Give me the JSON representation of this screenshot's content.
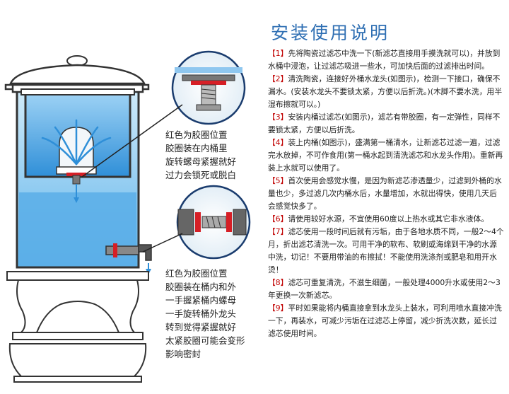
{
  "title": "安装使用说明",
  "notes": [
    "红色为胶圈位置\n胶圈装在内桶里\n旋转螺母紧握就好\n过力会锁死或脱白",
    "红色为胶圈位置\n胶圈装在桶内和外\n一手握紧桶内螺母\n一手旋转桶外龙头\n转到觉得紧握就好\n太紧胶圈可能会变形\n影响密封"
  ],
  "steps": [
    {
      "num": "【1】",
      "text": "先将陶瓷过滤芯中洗一下(新滤芯直接用手摸洗就可以)，并放到水桶中浸泡，让过滤芯吸进一些水，可加快后面的过滤排出时间。"
    },
    {
      "num": "【2】",
      "text": "清洗陶瓷，连接好外桶水龙头(如图示)，检测一下接口，确保不漏水。(安装水龙头不要锁太紧，方便以后折洗。)(木脚不要水洗，用半湿布擦就可以。)"
    },
    {
      "num": "【3】",
      "text": "安装内桶过滤芯(如图示)，滤芯有带胶圈，有一定弹性，同样不要锁太紧，方便以后折洗。"
    },
    {
      "num": "【4】",
      "text": "装上内桶(如图示)，盛满第一桶清水，让新滤芯过滤一遍，过滤完水放掉，不可作食用(第一桶水起到清洗滤芯和水龙头作用)。重新再装上水就可以使用了。"
    },
    {
      "num": "【5】",
      "text": "首次使用会感觉水慢，是因为新滤芯渗透量少，过滤到外桶的水量也少，多过滤几次内桶水后，水量增加，水就出得快，使用几天后会感觉快多了。"
    },
    {
      "num": "【6】",
      "text": "请使用较好水源，不宜使用60度以上热水或其它非水液体。"
    },
    {
      "num": "【7】",
      "text": "滤芯使用一段时间后就有污垢，由于各地水质不同，一般2～4个月，折出滤芯清洗一次。可用干净的软布、软刷或海绵到干净的水源中洗，切记！不要用带油的布擦拭！不能使用洗涤剂或肥皂和用开水烫！"
    },
    {
      "num": "【8】",
      "text": "滤芯可重复清洗，不滋生细菌，一般处理4000升水或使用2～3年更换一次新滤芯。"
    },
    {
      "num": "【9】",
      "text": "平时如果能将内桶直接拿到水龙头上装水，可利用喷水直接冲洗一下，再装水，可减少污垢在过滤芯上停留，减少折洗次数，延长过滤芯使用时间。"
    }
  ]
}
